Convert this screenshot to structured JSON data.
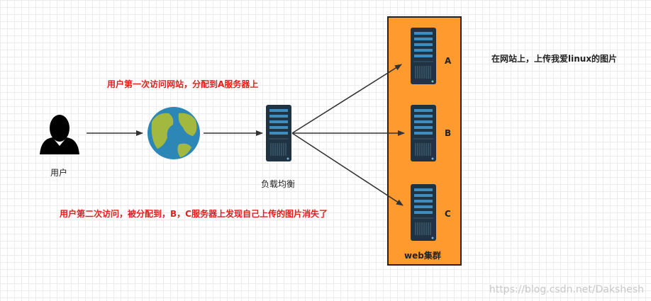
{
  "user_label": "用户",
  "lb_label": "负载均衡",
  "cluster_label": "web集群",
  "servers": [
    {
      "label": "A"
    },
    {
      "label": "B"
    },
    {
      "label": "C"
    }
  ],
  "notes": {
    "first_visit": "用户第一次访问网站，分配到A服务器上",
    "second_visit": "用户第二次访问，被分配到，B，C服务器上发现自己上传的图片消失了",
    "upload": "在网站上，上传我爱linux的图片"
  },
  "watermark": "https://blog.csdn.net/Dakshesh",
  "colors": {
    "cluster_bg": "#ff9a2e",
    "note_red": "#e02020",
    "server_dark": "#1f3342",
    "server_slot": "#3e8dbf"
  }
}
